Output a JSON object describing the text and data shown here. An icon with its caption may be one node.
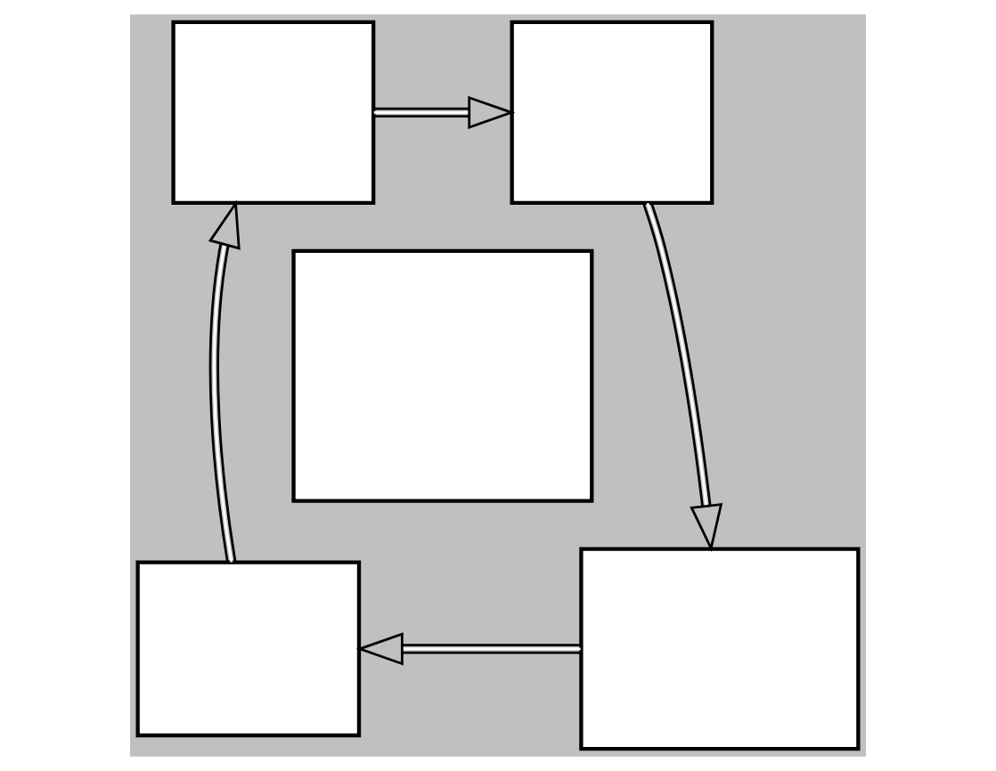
{
  "diagram": {
    "nodes": [
      {
        "text": [],
        "shape": "box"
      },
      {
        "text": [],
        "shape": "box"
      },
      {
        "text": [],
        "shape": "box"
      },
      {
        "text": [],
        "shape": "box"
      },
      {
        "text": [],
        "shape": "box"
      }
    ],
    "edges": [
      {
        "from": 0,
        "to": 1,
        "arrow": "to"
      },
      {
        "from": 1,
        "to": 4,
        "arrow": "to"
      },
      {
        "from": 4,
        "to": 3,
        "arrow": "to"
      },
      {
        "from": 3,
        "to": 0,
        "arrow": "to"
      }
    ]
  }
}
